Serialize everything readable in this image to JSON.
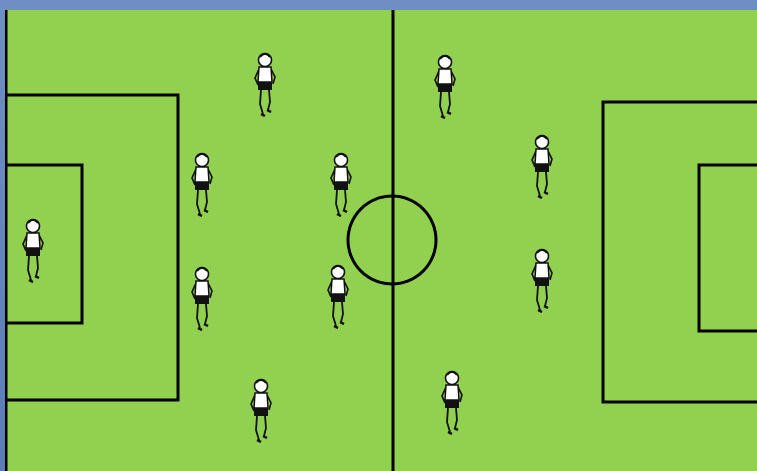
{
  "pitch": {
    "grass_color": "#92d050",
    "line_color": "#000000",
    "frame_color": "#5b7cb5"
  },
  "players": [
    {
      "id": "player-1",
      "icon": "runner-icon"
    },
    {
      "id": "player-2",
      "icon": "runner-icon"
    },
    {
      "id": "player-3",
      "icon": "runner-icon"
    },
    {
      "id": "player-4",
      "icon": "runner-icon"
    },
    {
      "id": "player-5",
      "icon": "runner-icon"
    },
    {
      "id": "player-6",
      "icon": "runner-icon"
    },
    {
      "id": "player-7",
      "icon": "runner-icon"
    },
    {
      "id": "player-8",
      "icon": "runner-icon"
    },
    {
      "id": "player-9",
      "icon": "runner-icon"
    },
    {
      "id": "player-10",
      "icon": "runner-icon"
    },
    {
      "id": "player-11",
      "icon": "runner-icon"
    },
    {
      "id": "player-12",
      "icon": "runner-icon"
    }
  ]
}
